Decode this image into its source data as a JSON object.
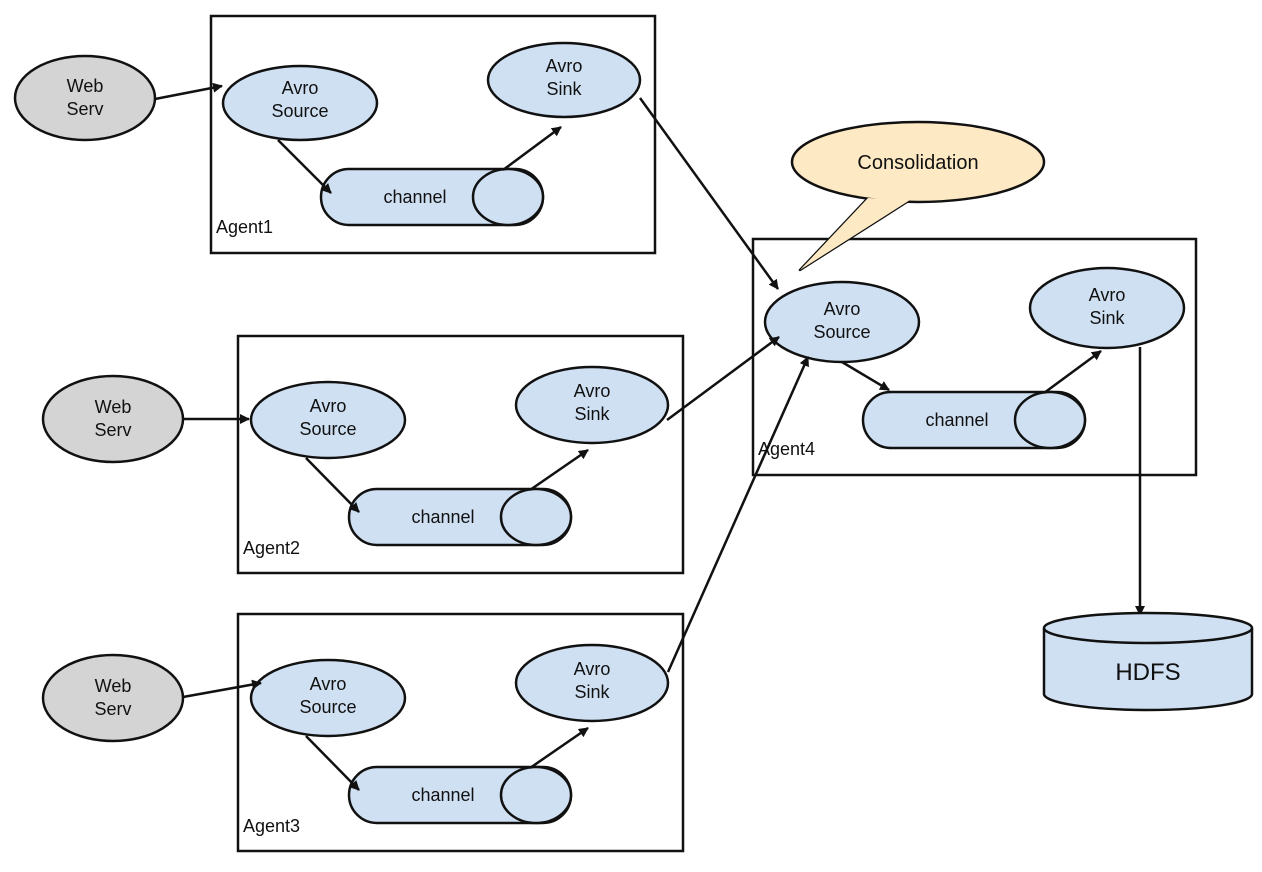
{
  "colors": {
    "node_fill": "#cfe0f3",
    "web_fill": "#d4d4d4",
    "callout_fill": "#fde9c4",
    "stroke": "#111111",
    "background": "#ffffff"
  },
  "agents": [
    {
      "label": "Agent1",
      "source": [
        "Avro",
        "Source"
      ],
      "sink": [
        "Avro",
        "Sink"
      ],
      "channel": "channel",
      "web": [
        "Web",
        "Serv"
      ]
    },
    {
      "label": "Agent2",
      "source": [
        "Avro",
        "Source"
      ],
      "sink": [
        "Avro",
        "Sink"
      ],
      "channel": "channel",
      "web": [
        "Web",
        "Serv"
      ]
    },
    {
      "label": "Agent3",
      "source": [
        "Avro",
        "Source"
      ],
      "sink": [
        "Avro",
        "Sink"
      ],
      "channel": "channel",
      "web": [
        "Web",
        "Serv"
      ]
    },
    {
      "label": "Agent4",
      "source": [
        "Avro",
        "Source"
      ],
      "sink": [
        "Avro",
        "Sink"
      ],
      "channel": "channel"
    }
  ],
  "callout": "Consolidation",
  "hdfs": "HDFS"
}
